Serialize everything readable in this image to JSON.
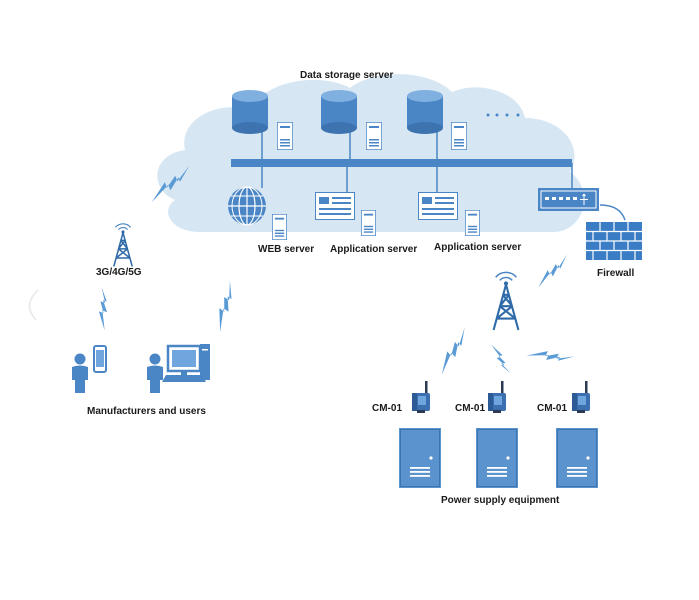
{
  "labels": {
    "data_storage_server": "Data storage server",
    "web_server": "WEB server",
    "application_server_1": "Application server",
    "application_server_2": "Application server",
    "firewall": "Firewall",
    "network_3g4g5g": "3G/4G/5G",
    "manufacturers_users": "Manufacturers and users",
    "device_1": "CM-01",
    "device_2": "CM-01",
    "device_3": "CM-01",
    "power_supply_equipment": "Power supply equipment"
  },
  "colors": {
    "cloud": "#d6e6f3",
    "accent": "#4a86c5",
    "dark_accent": "#2f6aa8",
    "firewall_brick": "#3a7dc4",
    "lightning": "#5b9bd5"
  },
  "icons": [
    "database-icon",
    "server-icon",
    "globe-icon",
    "monitor-icon",
    "switch-icon",
    "firewall-icon",
    "cell-tower-icon",
    "user-icon",
    "phone-icon",
    "desktop-computer-icon",
    "wireless-modem-icon",
    "power-cabinet-icon",
    "lightning-icon"
  ]
}
